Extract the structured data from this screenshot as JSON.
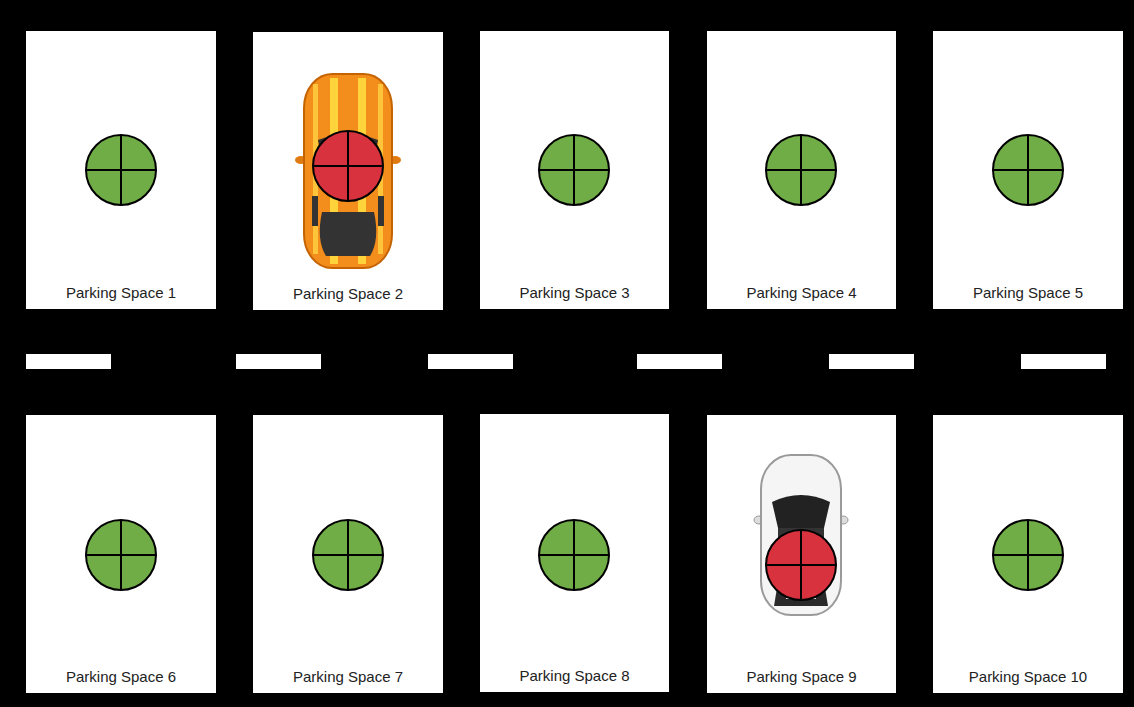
{
  "diagram": {
    "nodes": [
      {
        "text": [
          "Parking Space 1"
        ]
      },
      {
        "text": [
          "Parking Space 2"
        ]
      },
      {
        "text": [
          "Parking Space 3"
        ]
      },
      {
        "text": [
          "Parking Space 4"
        ]
      },
      {
        "text": [
          "Parking Space 5"
        ]
      },
      {
        "text": [
          "Parking Space 6"
        ]
      },
      {
        "text": [
          "Parking Space 7"
        ]
      },
      {
        "text": [
          "Parking Space 8"
        ]
      },
      {
        "text": [
          "Parking Space 9"
        ]
      },
      {
        "text": [
          "Parking Space 10"
        ]
      }
    ]
  }
}
